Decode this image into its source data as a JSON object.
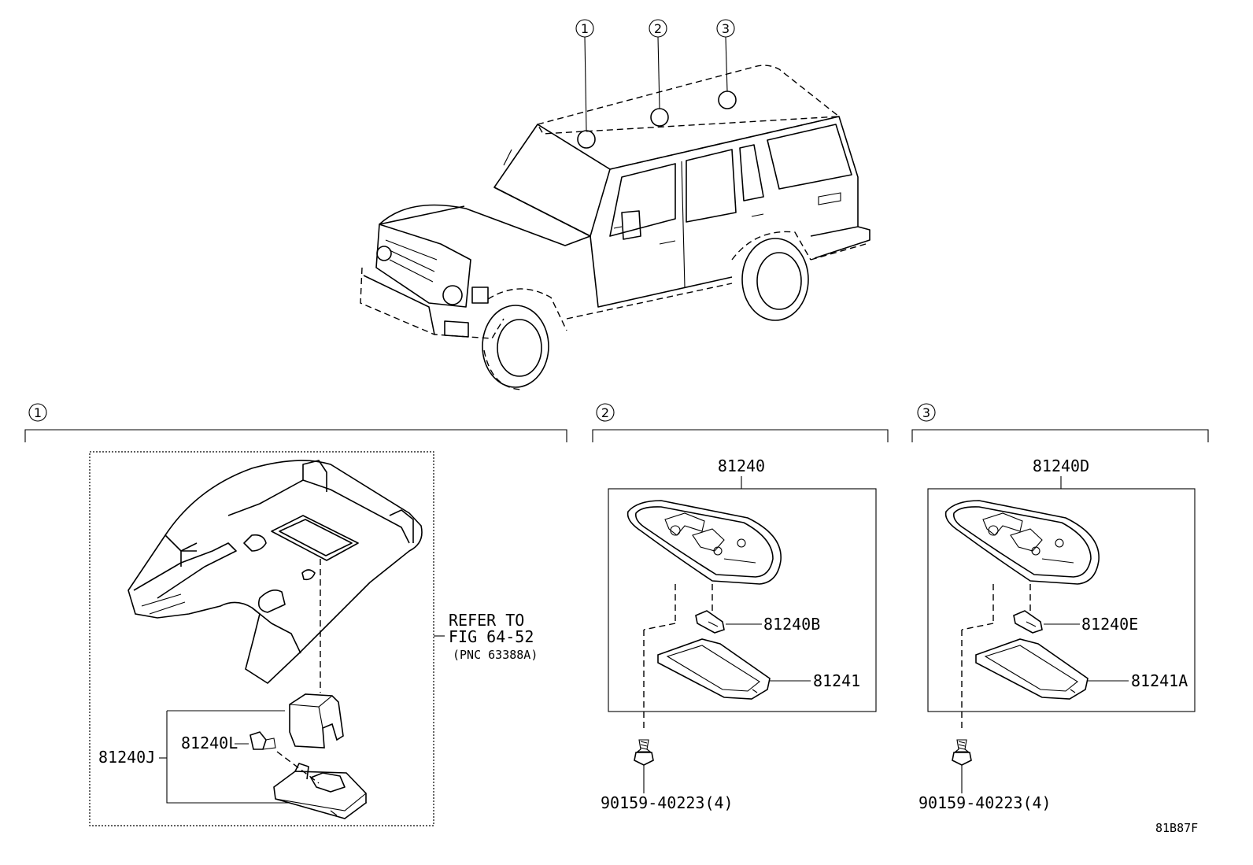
{
  "callouts": [
    "1",
    "2",
    "3"
  ],
  "sections": [
    {
      "id": "1",
      "parts": {
        "assembly": "81240J",
        "bulb": "81240L",
        "refer_line1": "REFER TO",
        "refer_line2": "FIG 64-52",
        "refer_line3": "(PNC 63388A)"
      }
    },
    {
      "id": "2",
      "parts": {
        "assembly": "81240",
        "bulb": "81240B",
        "lens": "81241",
        "screw": "90159-40223(4)"
      }
    },
    {
      "id": "3",
      "parts": {
        "assembly": "81240D",
        "bulb": "81240E",
        "lens": "81241A",
        "screw": "90159-40223(4)"
      }
    }
  ],
  "figure_code": "81B87F"
}
